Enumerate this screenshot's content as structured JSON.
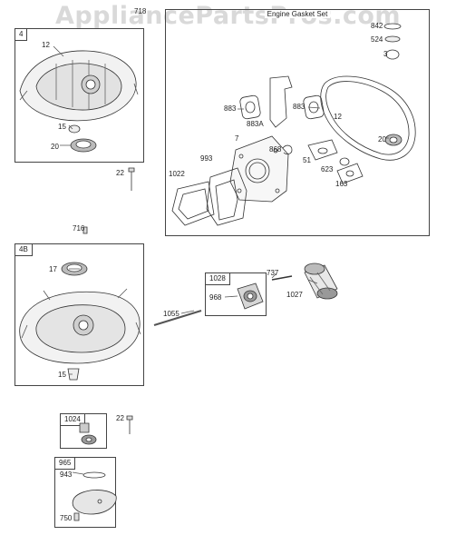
{
  "watermark": "AppliancePartsPros.com",
  "boxes": {
    "box4": "4",
    "gasket_set": "Engine Gasket Set",
    "box4b": "4B",
    "box1028": "1028",
    "box1024": "1024",
    "box965": "965"
  },
  "parts": {
    "p718": "718",
    "p842": "842",
    "p524": "524",
    "p3": "3",
    "p12a": "12",
    "p15a": "15",
    "p20a": "20",
    "p22a": "22",
    "p716": "716",
    "p883a": "883",
    "p883A": "883A",
    "p883b": "883",
    "p12b": "12",
    "p20b": "20",
    "p7": "7",
    "p868": "868",
    "p993": "993",
    "p51": "51",
    "p623": "623",
    "p163": "163",
    "p1022": "1022",
    "p17": "17",
    "p15b": "15",
    "p737": "737",
    "p968": "968",
    "p1027": "1027",
    "p1055": "1055",
    "p22b": "22",
    "p943": "943",
    "p750": "750"
  },
  "icons": {
    "crankcase_cover": "crankcase-cover-icon",
    "oil_filter": "oil-filter-icon",
    "seal": "oil-seal-icon",
    "gasket": "gasket-icon",
    "bolt": "bolt-icon"
  }
}
